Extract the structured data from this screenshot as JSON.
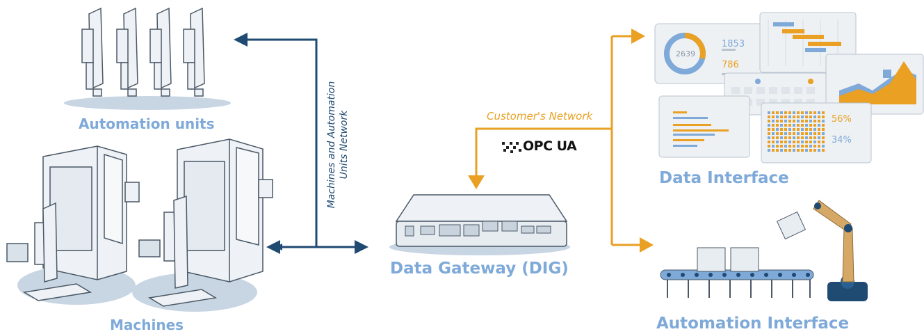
{
  "labels": {
    "automation_units": "Automation units",
    "machines": "Machines",
    "gateway": "Data Gateway (DIG)",
    "data_interface": "Data Interface",
    "automation_interface": "Automation Interface"
  },
  "networks": {
    "machines_line1": "Machines and Automation",
    "machines_line2": "Units Network",
    "customer": "Customer's Network",
    "protocol_logo": "OPC UA"
  },
  "dashboard": {
    "donut_value": "2639",
    "stat_top": "1853",
    "stat_bottom": "786",
    "pct_top": "56%",
    "pct_bottom": "34%"
  },
  "colors": {
    "navy": "#1f4a72",
    "orange": "#e9a023",
    "label_blue": "#7ea9d8",
    "machine_fill": "#eef2f6",
    "machine_stroke": "#4a5866",
    "shadow": "#c8d5e3"
  }
}
